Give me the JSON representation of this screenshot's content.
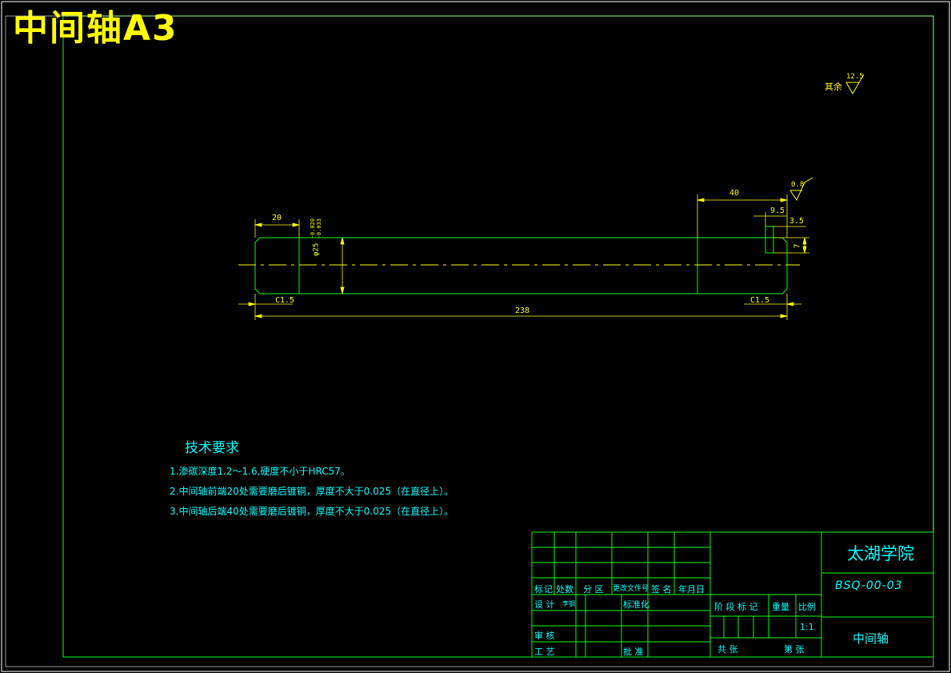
{
  "title": "中间轴A3",
  "roughness_note": {
    "label": "其余",
    "value": "12.5"
  },
  "drawing": {
    "dims": {
      "left_len": "20",
      "right_len": "40",
      "key_len": "9.5",
      "key_depth": "3.5",
      "key_width": "7",
      "total_len": "238",
      "chamfer_left": "C1.5",
      "chamfer_right": "C1.5",
      "diameter": "φ25",
      "tol_upper": "-0.020",
      "tol_lower": "-0.033",
      "roughness_fine": "0.8"
    }
  },
  "requirements": {
    "heading": "技术要求",
    "items": [
      "1.渗碳深度1.2～1.6,硬度不小于HRC57。",
      "2.中间轴前端20处需要磨后镀铜，厚度不大于0.025（在直径上）。",
      "3.中间轴后端40处需要磨后镀铜，厚度不大于0.025（在直径上）。"
    ]
  },
  "title_block": {
    "row_labels": [
      "标记",
      "处数",
      "分 区",
      "更改文件号",
      "签 名",
      "年月日"
    ],
    "design": "设 计",
    "design_name": "李钢",
    "standardize": "标准化",
    "review": "审 核",
    "process": "工 艺",
    "approve": "批 准",
    "stage_mark": "阶 段 标 记",
    "weight": "重量",
    "ratio": "比例",
    "scale": "1:1",
    "total_sheets": "共   张",
    "sheet_no": "第   张",
    "school": "太湖学院",
    "drawing_no": "BSQ-00-03",
    "part_name": "中间轴"
  }
}
